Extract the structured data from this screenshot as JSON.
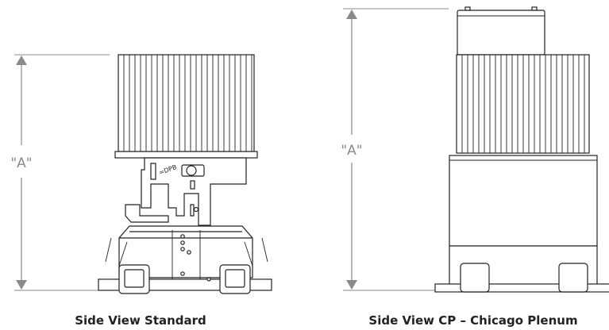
{
  "views": [
    {
      "dimension_label": "\"A\"",
      "caption": "Side View Standard"
    },
    {
      "dimension_label": "\"A\"",
      "caption": "Side View CP – Chicago Plenum"
    }
  ],
  "colors": {
    "line": "#222222",
    "dimension": "#8a8a8a",
    "background": "#ffffff"
  }
}
